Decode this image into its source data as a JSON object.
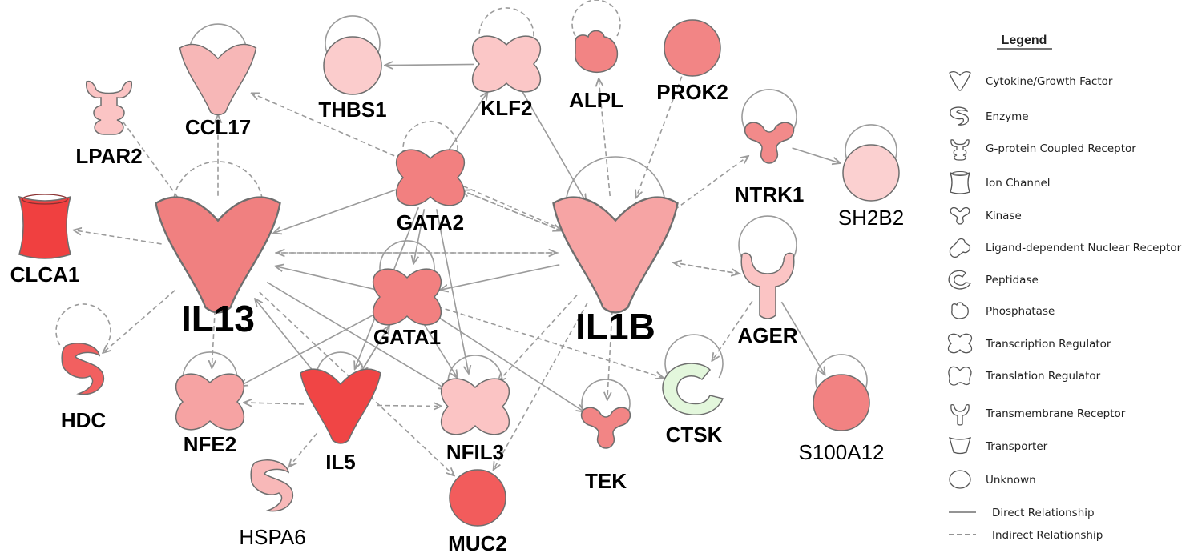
{
  "legend": {
    "title": "Legend",
    "items": [
      {
        "label": "Cytokine/Growth Factor",
        "icon": "cytokine-icon"
      },
      {
        "label": "Enzyme",
        "icon": "enzyme-icon"
      },
      {
        "label": "G-protein Coupled Receptor",
        "icon": "gpcr-icon"
      },
      {
        "label": "Ion Channel",
        "icon": "ion-channel-icon"
      },
      {
        "label": "Kinase",
        "icon": "kinase-icon"
      },
      {
        "label": "Ligand-dependent Nuclear Receptor",
        "icon": "nuclear-receptor-icon"
      },
      {
        "label": "Peptidase",
        "icon": "peptidase-icon"
      },
      {
        "label": "Phosphatase",
        "icon": "phosphatase-icon"
      },
      {
        "label": "Transcription Regulator",
        "icon": "transcription-regulator-icon"
      },
      {
        "label": "Translation Regulator",
        "icon": "translation-regulator-icon"
      },
      {
        "label": "Transmembrane Receptor",
        "icon": "transmembrane-receptor-icon"
      },
      {
        "label": "Transporter",
        "icon": "transporter-icon"
      },
      {
        "label": "Unknown",
        "icon": "unknown-icon"
      },
      {
        "label": "Direct Relationship",
        "icon": "solid-line-icon"
      },
      {
        "label": "Indirect Relationship",
        "icon": "dashed-line-icon"
      }
    ]
  },
  "colors": {
    "up_strong": "#f04040",
    "up_medium": "#f27f7f",
    "up_light": "#f9c6c6",
    "down_light": "#e3f7dc",
    "highlight_border": "#e01010",
    "edge": "#9b9b9b"
  },
  "nodes": [
    {
      "id": "IL13",
      "label": "IL13",
      "type": "cytokine",
      "fill": "#f08080",
      "highlight": true
    },
    {
      "id": "IL1B",
      "label": "IL1B",
      "type": "cytokine",
      "fill": "#f6a4a4",
      "highlight": true
    },
    {
      "id": "CCL17",
      "label": "CCL17",
      "type": "cytokine",
      "fill": "#f7b7b7"
    },
    {
      "id": "IL5",
      "label": "IL5",
      "type": "cytokine",
      "fill": "#f04545"
    },
    {
      "id": "THBS1",
      "label": "THBS1",
      "type": "unknown",
      "fill": "#fbcccc"
    },
    {
      "id": "PROK2",
      "label": "PROK2",
      "type": "unknown",
      "fill": "#f28585"
    },
    {
      "id": "SH2B2",
      "label": "SH2B2",
      "type": "unknown",
      "fill": "#fbd0d0"
    },
    {
      "id": "MUC2",
      "label": "MUC2",
      "type": "unknown",
      "fill": "#f25c5c"
    },
    {
      "id": "S100A12",
      "label": "S100A12",
      "type": "unknown",
      "fill": "#f28282"
    },
    {
      "id": "KLF2",
      "label": "KLF2",
      "type": "transcription",
      "fill": "#fbc7c7"
    },
    {
      "id": "GATA2",
      "label": "GATA2",
      "type": "transcription",
      "fill": "#f28080"
    },
    {
      "id": "GATA1",
      "label": "GATA1",
      "type": "transcription",
      "fill": "#f28080"
    },
    {
      "id": "NFE2",
      "label": "NFE2",
      "type": "transcription",
      "fill": "#f6a3a3"
    },
    {
      "id": "NFIL3",
      "label": "NFIL3",
      "type": "transcription",
      "fill": "#fbc4c4"
    },
    {
      "id": "ALPL",
      "label": "ALPL",
      "type": "phosphatase",
      "fill": "#f28484"
    },
    {
      "id": "NTRK1",
      "label": "NTRK1",
      "type": "kinase",
      "fill": "#f28a8a"
    },
    {
      "id": "TEK",
      "label": "TEK",
      "type": "kinase",
      "fill": "#f28585"
    },
    {
      "id": "LPAR2",
      "label": "LPAR2",
      "type": "gpcr",
      "fill": "#fbc4c4"
    },
    {
      "id": "AGER",
      "label": "AGER",
      "type": "transmembrane",
      "fill": "#fbc4c4"
    },
    {
      "id": "CLCA1",
      "label": "CLCA1",
      "type": "ion_channel",
      "fill": "#f04040"
    },
    {
      "id": "HDC",
      "label": "HDC",
      "type": "enzyme",
      "fill": "#f26060"
    },
    {
      "id": "HSPA6",
      "label": "HSPA6",
      "type": "enzyme",
      "fill": "#f8b8b8"
    },
    {
      "id": "CTSK",
      "label": "CTSK",
      "type": "peptidase",
      "fill": "#e3f7dc"
    }
  ],
  "edges": [
    {
      "from": "IL13",
      "to": "CLCA1",
      "style": "indirect"
    },
    {
      "from": "LPAR2",
      "to": "IL13",
      "style": "indirect"
    },
    {
      "from": "IL13",
      "to": "CCL17",
      "style": "indirect"
    },
    {
      "from": "IL13",
      "to": "HDC",
      "style": "indirect"
    },
    {
      "from": "IL13",
      "to": "NFE2",
      "style": "indirect"
    },
    {
      "from": "GATA2",
      "to": "IL13",
      "style": "direct"
    },
    {
      "from": "GATA1",
      "to": "IL13",
      "style": "direct"
    },
    {
      "from": "IL13",
      "to": "IL1B",
      "style": "indirect"
    },
    {
      "from": "IL1B",
      "to": "IL13",
      "style": "indirect"
    },
    {
      "from": "IL13",
      "to": "NFIL3",
      "style": "direct"
    },
    {
      "from": "IL13",
      "to": "MUC2",
      "style": "indirect"
    },
    {
      "from": "IL1B",
      "to": "CCL17",
      "style": "indirect"
    },
    {
      "from": "IL1B",
      "to": "GATA2",
      "style": "indirect"
    },
    {
      "from": "GATA2",
      "to": "IL1B",
      "style": "indirect"
    },
    {
      "from": "KLF2",
      "to": "THBS1",
      "style": "direct"
    },
    {
      "from": "KLF2",
      "to": "IL1B",
      "style": "direct"
    },
    {
      "from": "IL1B",
      "to": "ALPL",
      "style": "indirect"
    },
    {
      "from": "PROK2",
      "to": "IL1B",
      "style": "indirect"
    },
    {
      "from": "IL1B",
      "to": "NTRK1",
      "style": "indirect"
    },
    {
      "from": "IL1B",
      "to": "AGER",
      "style": "indirect"
    },
    {
      "from": "AGER",
      "to": "IL1B",
      "style": "indirect"
    },
    {
      "from": "IL1B",
      "to": "TEK",
      "style": "indirect"
    },
    {
      "from": "IL1B",
      "to": "NFIL3",
      "style": "indirect"
    },
    {
      "from": "IL1B",
      "to": "MUC2",
      "style": "indirect"
    },
    {
      "from": "IL1B",
      "to": "GATA1",
      "style": "direct"
    },
    {
      "from": "GATA2",
      "to": "KLF2",
      "style": "direct"
    },
    {
      "from": "GATA2",
      "to": "GATA1",
      "style": "direct"
    },
    {
      "from": "GATA2",
      "to": "IL5",
      "style": "direct"
    },
    {
      "from": "GATA2",
      "to": "NFIL3",
      "style": "direct"
    },
    {
      "from": "GATA1",
      "to": "NFE2",
      "style": "direct"
    },
    {
      "from": "GATA1",
      "to": "IL5",
      "style": "direct"
    },
    {
      "from": "GATA1",
      "to": "NFIL3",
      "style": "direct"
    },
    {
      "from": "GATA1",
      "to": "TEK",
      "style": "direct"
    },
    {
      "from": "GATA1",
      "to": "CTSK",
      "style": "indirect"
    },
    {
      "from": "IL5",
      "to": "GATA1",
      "style": "direct"
    },
    {
      "from": "IL5",
      "to": "NFE2",
      "style": "indirect"
    },
    {
      "from": "IL5",
      "to": "NFIL3",
      "style": "indirect"
    },
    {
      "from": "IL5",
      "to": "HSPA6",
      "style": "indirect"
    },
    {
      "from": "IL5",
      "to": "IL13",
      "style": "direct"
    },
    {
      "from": "NTRK1",
      "to": "SH2B2",
      "style": "direct"
    },
    {
      "from": "AGER",
      "to": "CTSK",
      "style": "indirect"
    },
    {
      "from": "AGER",
      "to": "S100A12",
      "style": "direct"
    }
  ]
}
